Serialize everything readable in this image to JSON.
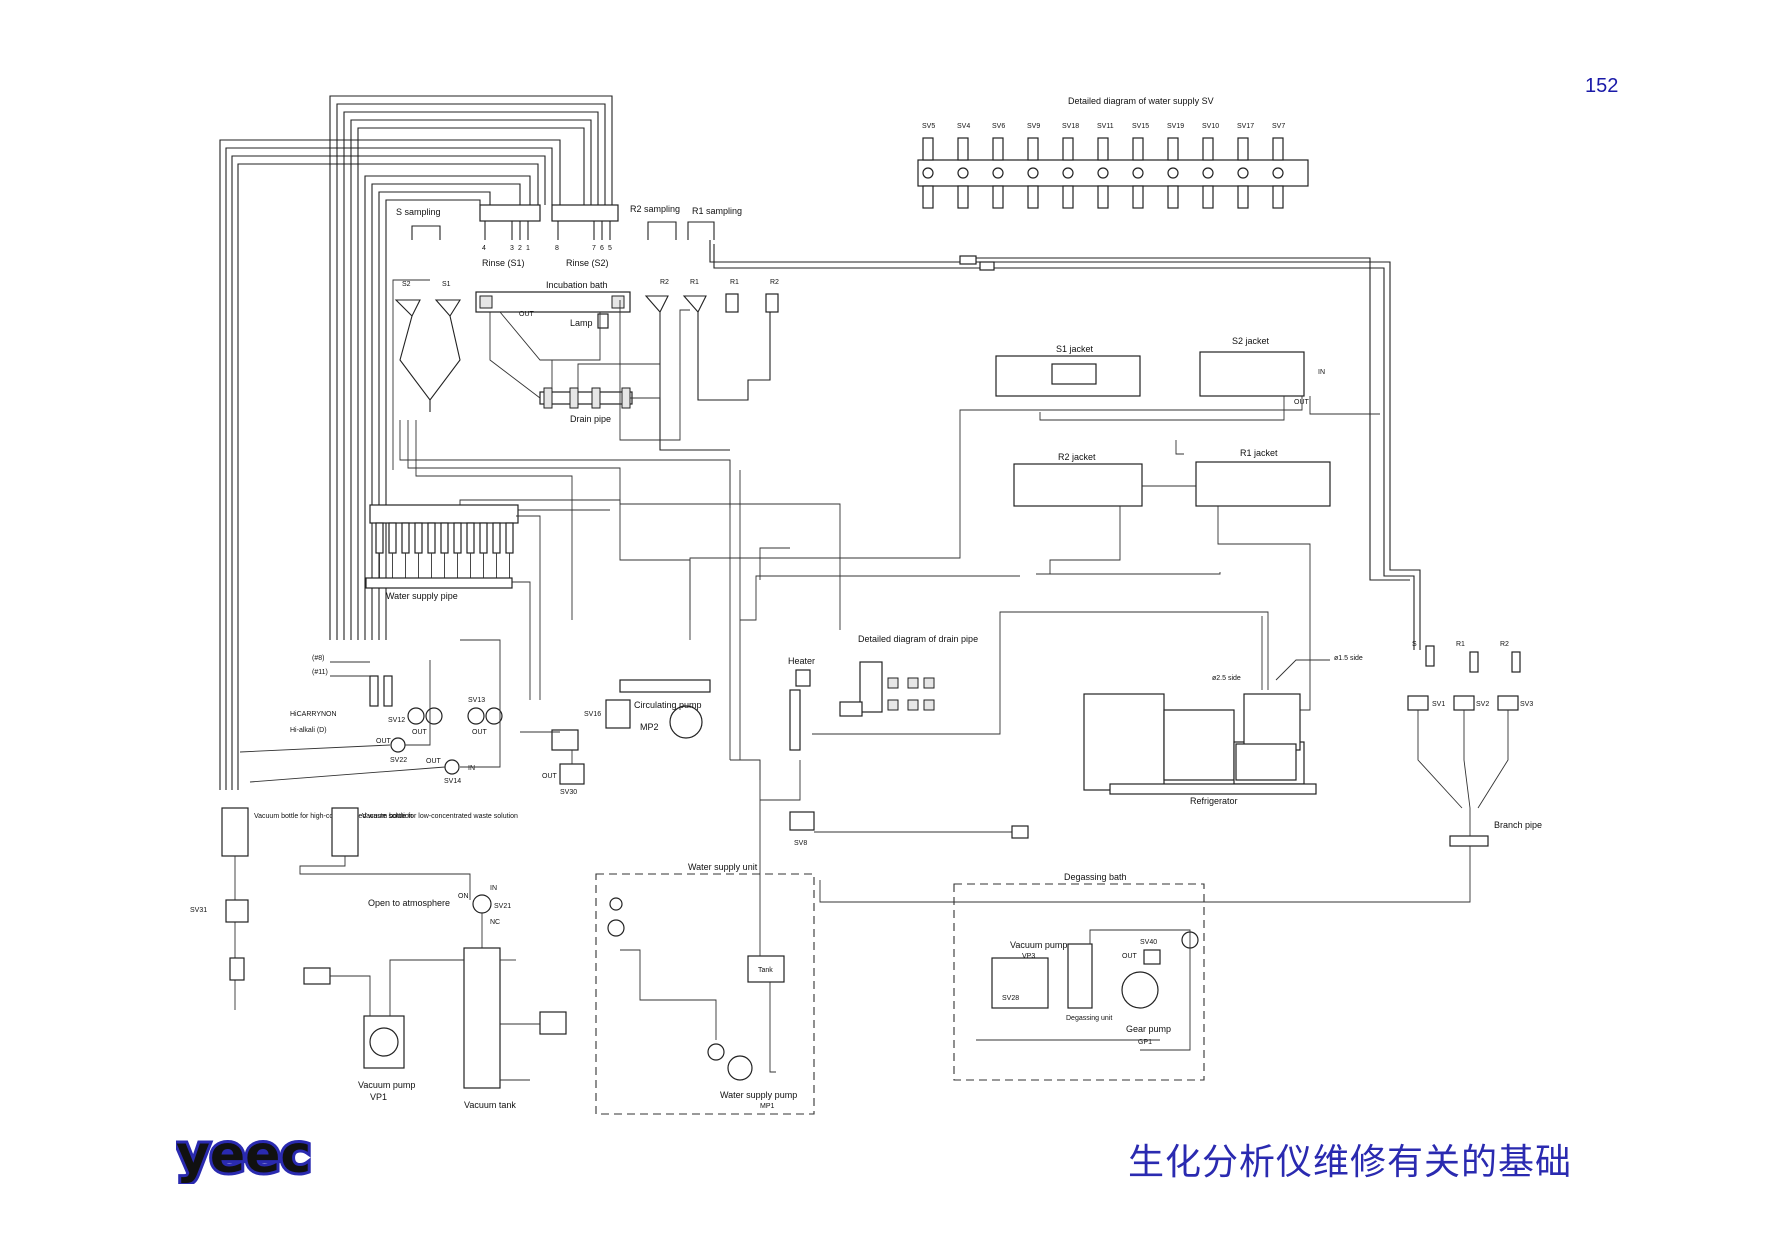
{
  "page": {
    "number": "152",
    "footer_title": "生化分析仪维修有关的基础"
  },
  "logo": {
    "text": "yeec",
    "color": "#2a2ab0"
  },
  "colors": {
    "line": "#222222",
    "accent": "#2a2ab0"
  },
  "labels": {
    "sv_detail_title": "Detailed diagram of water supply SV",
    "sv_items": [
      "SV5",
      "SV4",
      "SV6",
      "SV9",
      "SV18",
      "SV11",
      "SV15",
      "SV19",
      "SV10",
      "SV17",
      "SV7"
    ],
    "s_sampling": "S sampling",
    "r2_sampling": "R2 sampling",
    "r1_sampling": "R1 sampling",
    "rinse_s1": "Rinse (S1)",
    "rinse_s2": "Rinse (S2)",
    "rinse_ports_s1": [
      "4",
      "3",
      "2",
      "1"
    ],
    "rinse_ports_s2": [
      "8",
      "7",
      "6",
      "5"
    ],
    "probe_s2": "S2",
    "probe_s1": "S1",
    "probe_r2": "R2",
    "probe_r1": "R1",
    "incubation_bath": "Incubation bath",
    "out": "OUT",
    "in": "IN",
    "lamp": "Lamp",
    "drain_pipe": "Drain pipe",
    "s1_jacket": "S1 jacket",
    "s2_jacket": "S2 jacket",
    "r2_jacket": "R2 jacket",
    "r1_jacket": "R1 jacket",
    "water_supply_pipe": "Water supply pipe",
    "e8": "(#8)",
    "e11": "(#11)",
    "hicarrynon": "HiCARRYNON",
    "hi_alkali": "Hi-alkali (D)",
    "sv12": "SV12",
    "sv13": "SV13",
    "sv22": "SV22",
    "sv14": "SV14",
    "sv16": "SV16",
    "sv30": "SV30",
    "sv8": "SV8",
    "sv31": "SV31",
    "sv21": "SV21",
    "sv28": "SV28",
    "sv40": "SV40",
    "sv1": "SV1",
    "sv2": "SV2",
    "sv3": "SV3",
    "branch_s": "S",
    "branch_r1": "R1",
    "branch_r2": "R2",
    "circulating_pump": "Circulating pump",
    "mp2": "MP2",
    "heater": "Heater",
    "drain_detail": "Detailed diagram of drain pipe",
    "phi25_side": "ø2.5 side",
    "phi15_side": "ø1.5 side",
    "refrigerator": "Refrigerator",
    "branch_pipe": "Branch pipe",
    "vacuum_bottle_high": "Vacuum bottle for high-concentrated waste solution",
    "vacuum_bottle_low": "Vacuum bottle for low-concentrated waste solution",
    "open_atmosphere": "Open to atmosphere",
    "on": "ON",
    "nc": "NC",
    "water_supply_unit": "Water supply unit",
    "tank": "Tank",
    "water_supply_pump": "Water supply pump",
    "mp1": "MP1",
    "vacuum_pump": "Vacuum pump",
    "vp1": "VP1",
    "vacuum_tank": "Vacuum tank",
    "degassing_bath": "Degassing bath",
    "vacuum_pump_vp3": "Vacuum pump",
    "vp3": "VP3",
    "degassing_unit": "Degassing unit",
    "gear_pump": "Gear pump",
    "gp1": "GP1"
  }
}
